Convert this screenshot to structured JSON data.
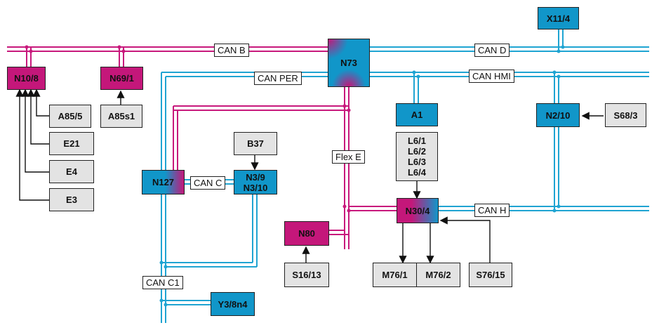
{
  "colors": {
    "can_bus": "#1fa4d2",
    "flexray_bus": "#c8197c",
    "ecu_blue": "#1196c9",
    "ecu_magenta": "#c4177a",
    "component_grey": "#e3e3e3"
  },
  "buses": {
    "can_b": "CAN B",
    "can_d": "CAN D",
    "can_per": "CAN PER",
    "can_hmi": "CAN HMI",
    "can_c": "CAN C",
    "can_c1": "CAN C1",
    "flex_e": "Flex E",
    "can_h": "CAN H"
  },
  "nodes": {
    "n10_8": "N10/8",
    "n69_1": "N69/1",
    "n73": "N73",
    "x11_4": "X11/4",
    "a1": "A1",
    "n2_10": "N2/10",
    "s68_3": "S68/3",
    "a85_5": "A85/5",
    "a85s1": "A85s1",
    "e21": "E21",
    "e4": "E4",
    "e3": "E3",
    "b37": "B37",
    "n127": "N127",
    "n3_9": "N3/9",
    "n3_10": "N3/10",
    "l6_1": "L6/1",
    "l6_2": "L6/2",
    "l6_3": "L6/3",
    "l6_4": "L6/4",
    "n30_4": "N30/4",
    "n80": "N80",
    "s16_13": "S16/13",
    "m76_1": "M76/1",
    "m76_2": "M76/2",
    "s76_15": "S76/15",
    "y3_8n4": "Y3/8n4"
  }
}
